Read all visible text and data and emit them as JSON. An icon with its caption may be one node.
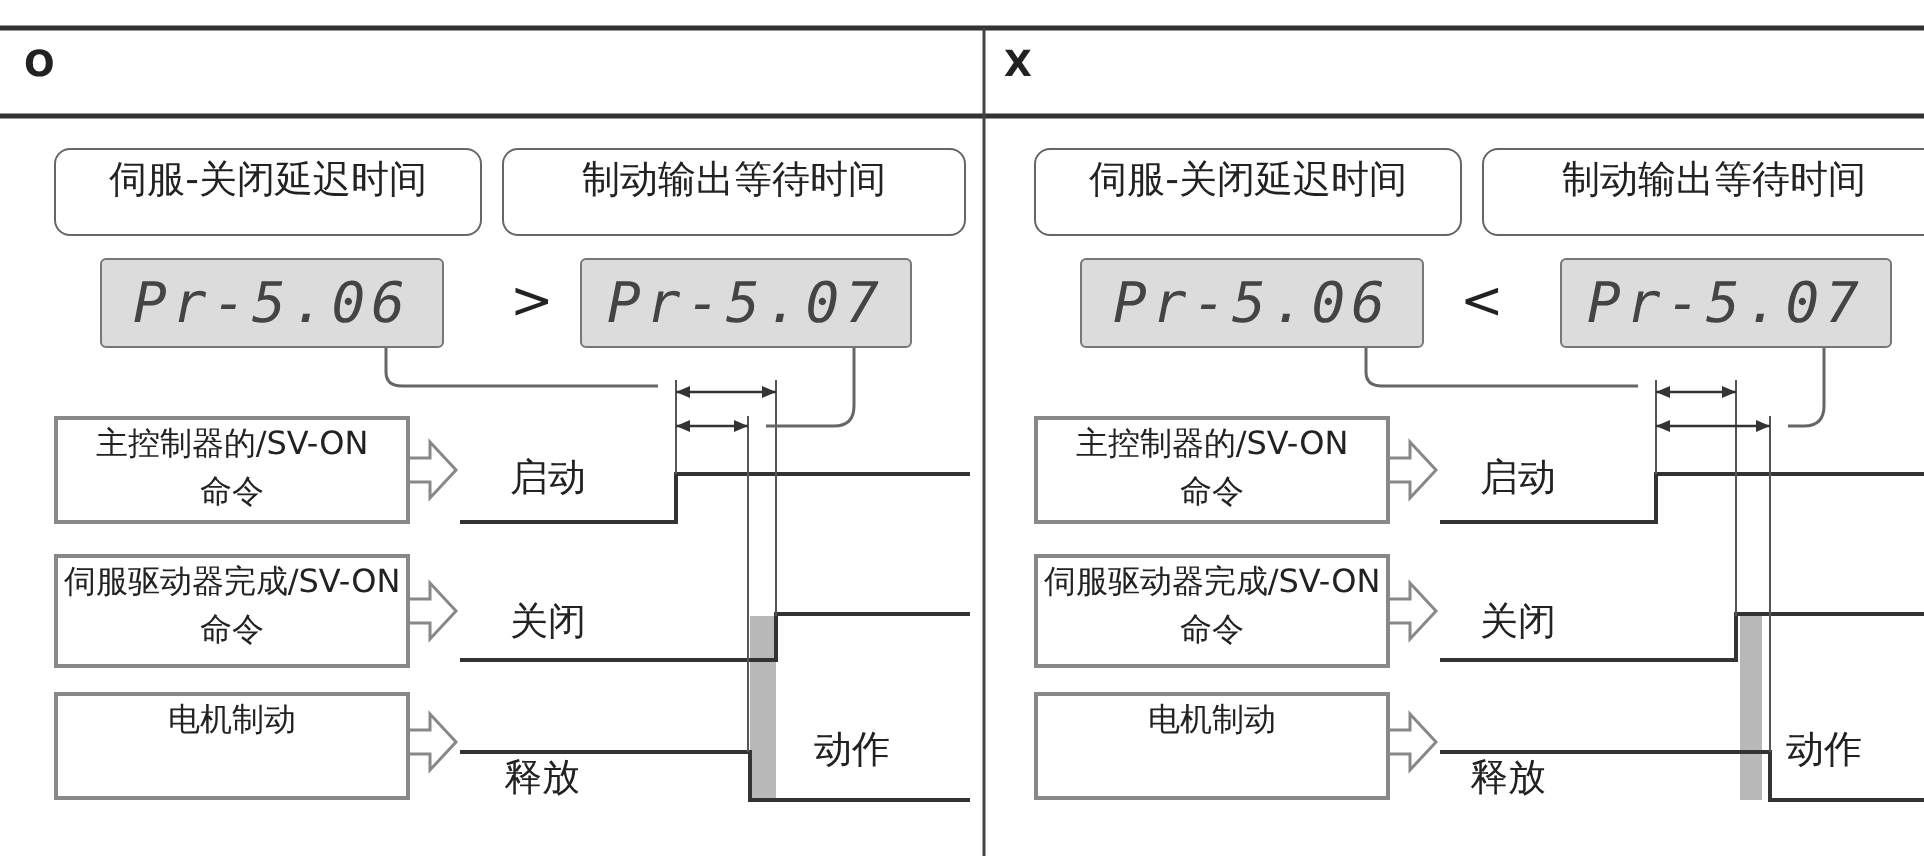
{
  "diagram": {
    "nodes": [
      {
        "text": [
          "伺服-关闭延迟时间"
        ]
      },
      {
        "text": [
          "制动输出等待时间"
        ]
      },
      {
        "text": [
          "Pr-5.06"
        ]
      },
      {
        "text": [
          "Pr-5.07"
        ]
      },
      {
        "text": [
          "主控制器的/SV-ON 命令"
        ]
      },
      {
        "text": [
          "伺服驱动器完成/SV-ON 命令"
        ]
      },
      {
        "text": [
          "电机制动"
        ]
      },
      {
        "text": [
          "伺服-关闭延迟时间"
        ]
      },
      {
        "text": [
          "制动输出等待时间"
        ]
      },
      {
        "text": [
          "Pr-5.06"
        ]
      },
      {
        "text": [
          "Pr-5.07"
        ]
      },
      {
        "text": [
          "主控制器的/SV-ON 命令"
        ]
      },
      {
        "text": [
          "伺服驱动器完成/SV-ON 命令"
        ]
      },
      {
        "text": [
          "电机制动"
        ]
      }
    ],
    "edges": [
      {
        "from": 2,
        "to": null,
        "arrow": "none"
      },
      {
        "from": 3,
        "to": null,
        "arrow": "none"
      },
      {
        "from": 4,
        "to": null,
        "arrow": "to"
      },
      {
        "from": 5,
        "to": null,
        "arrow": "to"
      },
      {
        "from": 6,
        "to": null,
        "arrow": "to"
      },
      {
        "from": 9,
        "to": null,
        "arrow": "none"
      },
      {
        "from": 10,
        "to": null,
        "arrow": "none"
      },
      {
        "from": 11,
        "to": null,
        "arrow": "to"
      },
      {
        "from": 12,
        "to": null,
        "arrow": "to"
      },
      {
        "from": 13,
        "to": null,
        "arrow": "to"
      }
    ],
    "labels": [
      "O",
      "X",
      ">",
      "<",
      "启动",
      "关闭",
      "释放",
      "动作",
      "启动",
      "关闭",
      "释放",
      "动作"
    ]
  }
}
